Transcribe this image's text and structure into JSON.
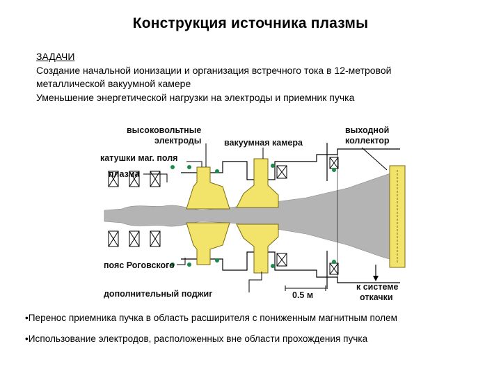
{
  "title": "Конструкция источника плазмы",
  "tasks": {
    "header": "ЗАДАЧИ",
    "line1": "Создание начальной ионизации и организация встречного тока в 12-метровой",
    "line2": "металлической вакуумной камере",
    "line3": "Уменьшение энергетической нагрузки на электроды и приемник пучка"
  },
  "labels": {
    "hv_electrodes_1": "высоковольтные",
    "hv_electrodes_2": "электроды",
    "vacuum_chamber": "вакуумная камера",
    "collector_1": "выходной",
    "collector_2": "коллектор",
    "coils": "катушки маг. поля",
    "plasma": "плазма",
    "rogowski": "пояс Роговского",
    "ignition": "дополнительный поджиг",
    "scale": "0.5 м",
    "pump_1": "к системе",
    "pump_2": "откачки"
  },
  "bullets": [
    "•Перенос приемника пучка в область расширителя с пониженным магнитным полем",
    "•Использование электродов, расположенных вне области прохождения пучка"
  ],
  "colors": {
    "electrode": "#f2e36a",
    "plasma": "#b4b4b4",
    "sensor": "#1a8a4a",
    "line": "#000000"
  }
}
